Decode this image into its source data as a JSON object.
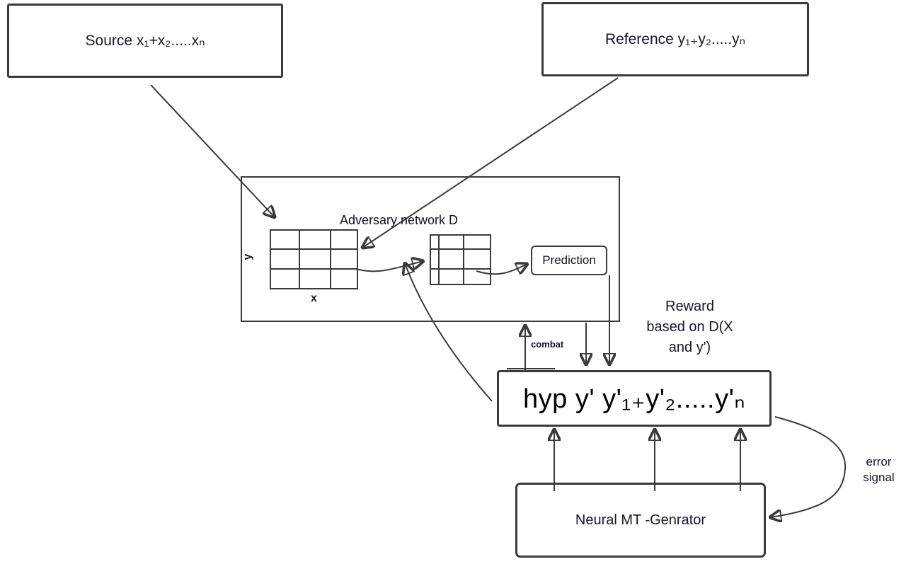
{
  "figure": {
    "background_color": "#ffffff",
    "line_color": "#3a3a3a",
    "text_color": "#16162a"
  },
  "source_box": {
    "label": "Source x₁+x₂.....xₙ"
  },
  "reference_box": {
    "label": "Reference y₁₊y₂.....yₙ"
  },
  "adversary": {
    "label": "Adversary network D",
    "y_axis_label": "y",
    "x_axis_label": "x"
  },
  "prediction_box": {
    "label": "Prediction"
  },
  "reward_note": "Reward\nbased on D(X\nand y')",
  "combat_label": "combat",
  "hyp_box": {
    "label": "hyp y' y'₁₊y'₂.....y'ₙ"
  },
  "generator_box": {
    "label": "Neural MT -Genrator"
  },
  "error_signal_note": "error\nsignal"
}
